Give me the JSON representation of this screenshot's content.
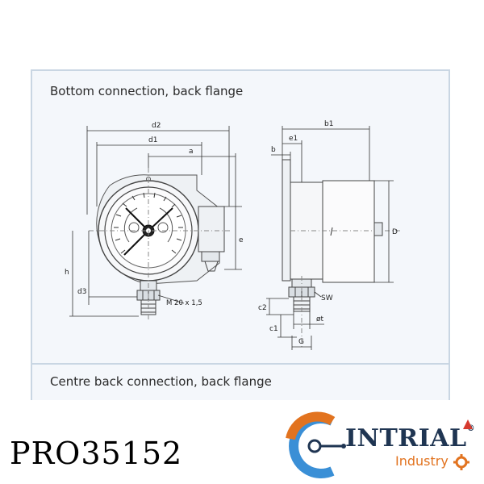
{
  "sheet": {
    "heading_top": "Bottom connection, back flange",
    "heading_bottom": "Centre back connection, back flange"
  },
  "labels": {
    "d2": "d2",
    "d1": "d1",
    "a": "a",
    "e": "e",
    "h": "h",
    "d3": "d3",
    "thread": "M 20 x 1,5",
    "b1": "b1",
    "b": "b",
    "e1": "e1",
    "sw": "SW",
    "c2": "c2",
    "c1": "c1",
    "dt": "øt",
    "g": "G",
    "diameter": "D"
  },
  "product": {
    "code": "PRO35152"
  },
  "brand": {
    "name": "INTRIAL",
    "registered": "®",
    "tagline": "Industry",
    "colors": {
      "navy": "#1f3552",
      "orange": "#e2731f",
      "blue": "#3a8fd6",
      "red": "#d63a2f"
    }
  }
}
